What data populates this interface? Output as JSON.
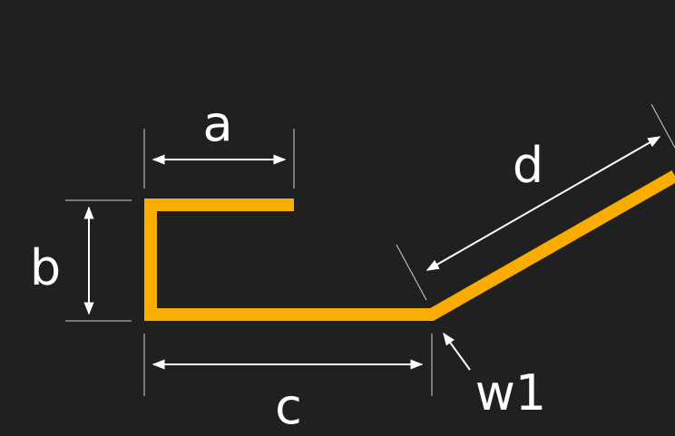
{
  "diagram": {
    "labels": {
      "a": "a",
      "b": "b",
      "c": "c",
      "d": "d",
      "w1": "w1"
    }
  },
  "colors": {
    "background": "#202020",
    "profile": "#f8ad00",
    "dimension": "#ffffff",
    "extension": "#cfcfcf"
  }
}
